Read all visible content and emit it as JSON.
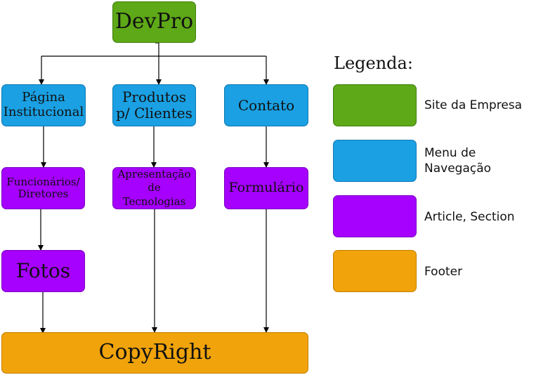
{
  "diagram": {
    "root": "DevPro",
    "nav_pagina": "Página\nInstitucional",
    "nav_produtos": "Produtos\np/ Clientes",
    "nav_contato": "Contato",
    "sec_funcionarios": "Funcionários/\nDiretores",
    "sec_apresentacao": "Apresentação\nde\nTecnologias",
    "sec_formulario": "Formulário",
    "sec_fotos": "Fotos",
    "footer": "CopyRight"
  },
  "legend": {
    "title": "Legenda:",
    "items": [
      {
        "label": "Site da Empresa",
        "color": "#5ea917"
      },
      {
        "label": "Menu de\nNavegação",
        "color": "#1aa0e3"
      },
      {
        "label": "Article, Section",
        "color": "#a600ff"
      },
      {
        "label": "Footer",
        "color": "#f0a30a"
      }
    ]
  }
}
